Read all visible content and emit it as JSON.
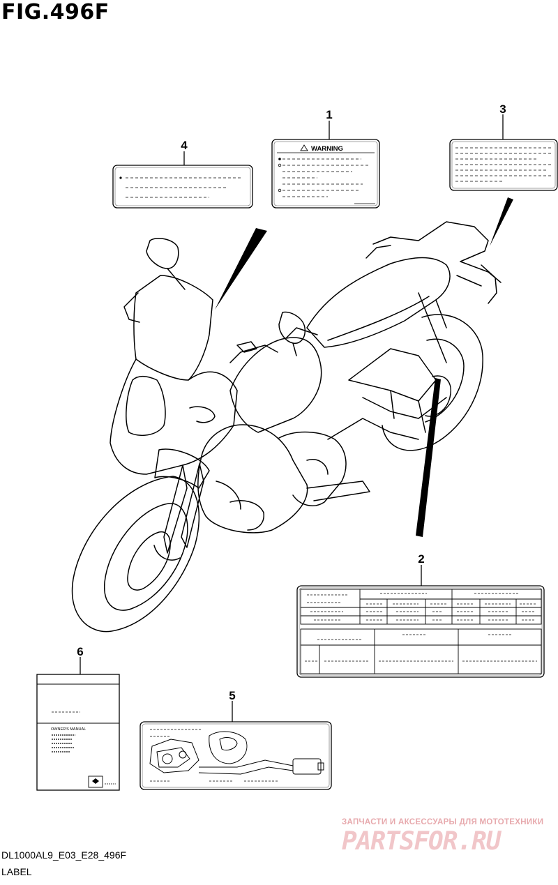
{
  "figure": {
    "title": "FIG.496F",
    "code": "DL1000AL9_E03_E28_496F",
    "label": "LABEL"
  },
  "callouts": [
    "1",
    "2",
    "3",
    "4",
    "5",
    "6"
  ],
  "label_1": {
    "heading": "WARNING"
  },
  "label_6": {
    "heading": "OWNER'S MANUAL"
  },
  "watermark": {
    "subtitle": "ЗАПЧАСТИ И АКСЕССУАРЫ ДЛЯ МОТОТЕХНИКИ",
    "logo": "PARTSFOR.RU"
  }
}
